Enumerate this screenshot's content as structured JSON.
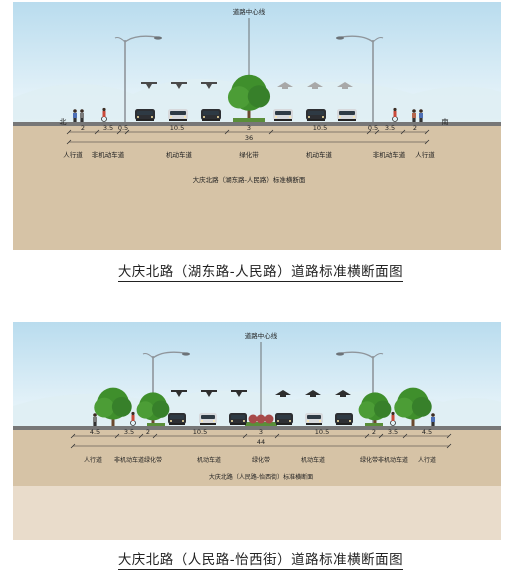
{
  "colors": {
    "sky_top": "#b9dcee",
    "sky_bottom": "#eef7fb",
    "ground": "#d6c3a6",
    "ground_light": "#e9dccb",
    "text": "#222222",
    "tree_green": "#3f8f2c",
    "arrow_dark": "#4a4a4a",
    "arrow_light": "#a8a8a8"
  },
  "sections": [
    {
      "centerline_label": "道路中心线",
      "left_end": "北",
      "right_end": "南",
      "dims": [
        "2",
        "3.5",
        "0.5",
        "10.5",
        "3",
        "10.5",
        "0.5",
        "3.5",
        "2"
      ],
      "total": "36",
      "zones": [
        "人行道",
        "非机动车道",
        "机动车道",
        "绿化带",
        "机动车道",
        "非机动车道",
        "人行道"
      ],
      "small_title": "大庆北路（湖东路-人民路）标准横断面",
      "caption": "大庆北路（湖东路-人民路）道路标准横断面图"
    },
    {
      "centerline_label": "道路中心线",
      "dims": [
        "4.5",
        "3.5",
        "2",
        "10.5",
        "3",
        "10.5",
        "2",
        "3.5",
        "4.5"
      ],
      "total": "44",
      "zones": [
        "人行道",
        "非机动车道",
        "绿化带",
        "机动车道",
        "绿化带",
        "机动车道",
        "绿化带",
        "非机动车道",
        "人行道"
      ],
      "small_title": "大庆北路（人民路-怡西街）标准横断面",
      "caption": "大庆北路（人民路-怡西街）道路标准横断面图"
    }
  ]
}
